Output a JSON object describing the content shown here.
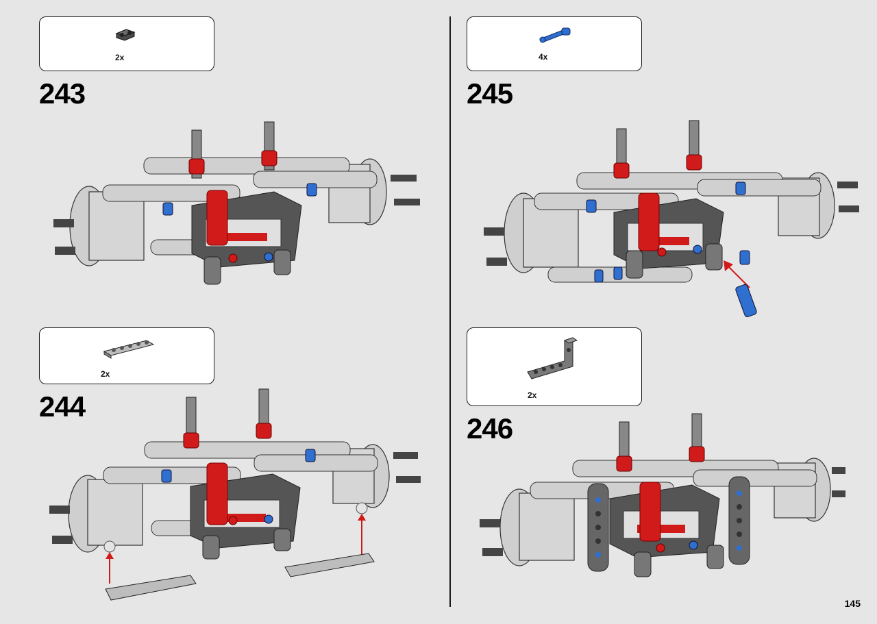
{
  "page_number": "145",
  "steps": [
    {
      "number": "243",
      "parts": [
        {
          "qty": "2x",
          "part_icon": "dark-gray-connector-part-icon"
        }
      ]
    },
    {
      "number": "244",
      "parts": [
        {
          "qty": "2x",
          "part_icon": "light-gray-beam-5-part-icon"
        }
      ]
    },
    {
      "number": "245",
      "parts": [
        {
          "qty": "4x",
          "part_icon": "blue-axle-pin-part-icon"
        }
      ]
    },
    {
      "number": "246",
      "parts": [
        {
          "qty": "2x",
          "part_icon": "dark-gray-l-beam-part-icon"
        }
      ]
    }
  ],
  "colors": {
    "background": "#e6e6e6",
    "red_accent": "#d11a1a",
    "blue_pin": "#2f6fd0",
    "light_gray": "#cfcfcf",
    "dark_gray": "#5a5a5a",
    "black_part": "#2a2a2a"
  }
}
